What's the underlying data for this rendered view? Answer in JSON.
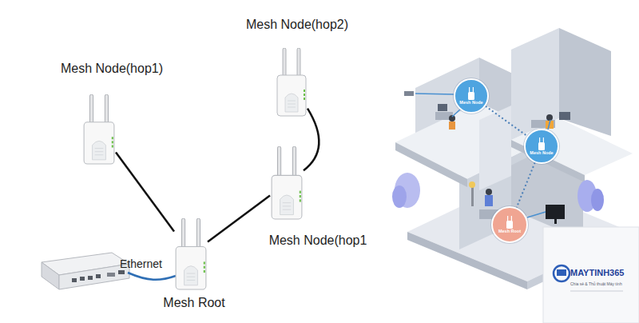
{
  "diagram": {
    "nodes": [
      {
        "text": [
          "Mesh Node(hop2)"
        ]
      },
      {
        "text": [
          "Mesh Node(hop1)"
        ]
      },
      {
        "text": [
          "Mesh Node"
        ]
      },
      {
        "text": [
          "Mesh Node"
        ]
      },
      {
        "text": [
          "Mesh Root"
        ]
      },
      {
        "text": [
          "Mesh Node(hop1"
        ]
      },
      {
        "text": [
          "Mesh Root"
        ]
      }
    ],
    "edges": [
      {
        "from": 6,
        "to": 1,
        "arrow": "none"
      },
      {
        "from": 6,
        "to": 5,
        "arrow": "none"
      },
      {
        "from": 5,
        "to": 0,
        "arrow": "none"
      },
      {
        "from": 2,
        "to": 3,
        "arrow": "none"
      },
      {
        "from": 3,
        "to": 4,
        "arrow": "none"
      }
    ],
    "labels": [
      "Ethernet",
      "MAYTINH365",
      "Chia sẻ & Thủ thuật Máy tính"
    ]
  }
}
